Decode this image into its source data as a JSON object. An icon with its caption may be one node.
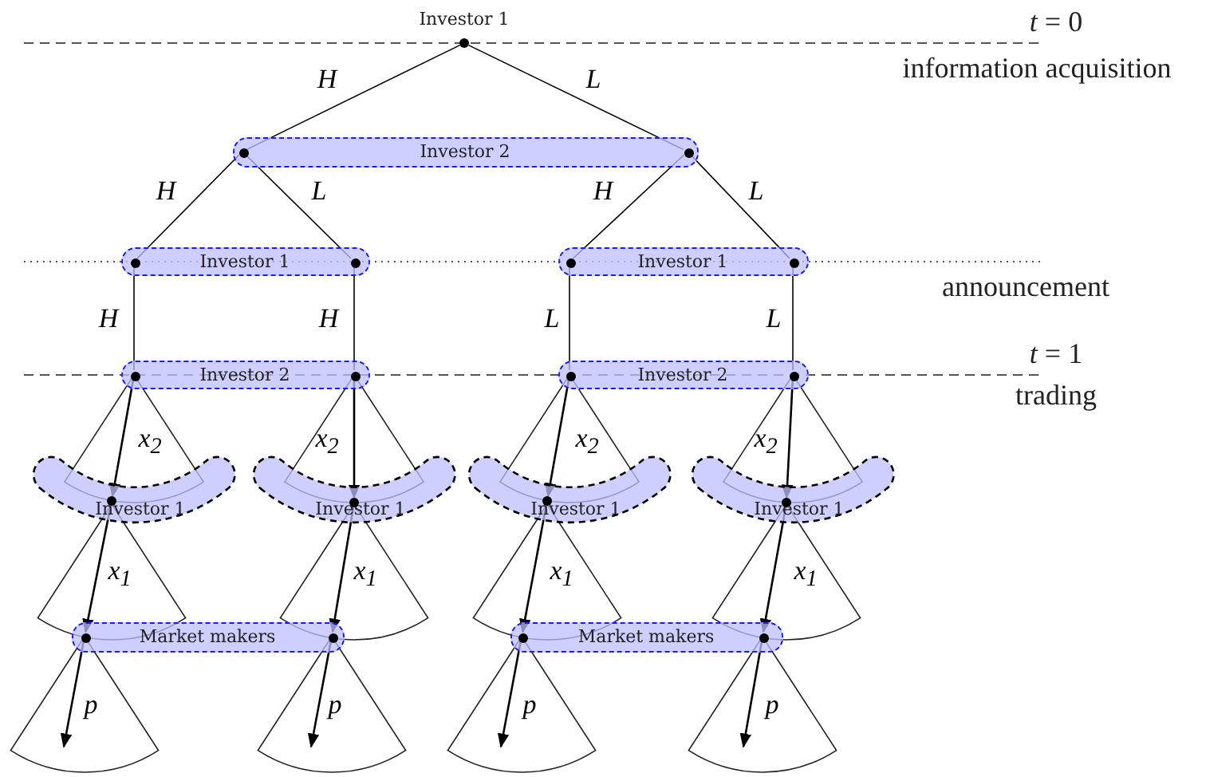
{
  "diagram": {
    "nodes": [
      {
        "text": [
          "Investor 1"
        ]
      },
      {
        "text": [
          "Investor 2"
        ]
      },
      {
        "text": [],
        "shape": "circle",
        "in": 1
      },
      {
        "text": [],
        "shape": "circle",
        "in": 1
      },
      {
        "text": [
          "Investor 1"
        ]
      },
      {
        "text": [],
        "shape": "circle",
        "in": 4
      },
      {
        "text": [],
        "shape": "circle",
        "in": 4
      },
      {
        "text": [
          "Investor 1"
        ]
      },
      {
        "text": [],
        "shape": "circle",
        "in": 7
      },
      {
        "text": [],
        "shape": "circle",
        "in": 7
      },
      {
        "text": [
          "Investor 2"
        ]
      },
      {
        "text": [],
        "shape": "circle",
        "in": 10
      },
      {
        "text": [],
        "shape": "circle",
        "in": 10
      },
      {
        "text": [
          "Investor 2"
        ]
      },
      {
        "text": [],
        "shape": "circle",
        "in": 13
      },
      {
        "text": [],
        "shape": "circle",
        "in": 13
      },
      {
        "text": [
          "Investor 1"
        ]
      },
      {
        "text": [],
        "shape": "circle",
        "in": 16
      },
      {
        "text": [
          "Investor 1"
        ]
      },
      {
        "text": [],
        "shape": "circle",
        "in": 18
      },
      {
        "text": [
          "Investor 1"
        ]
      },
      {
        "text": [],
        "shape": "circle",
        "in": 20
      },
      {
        "text": [
          "Investor 1"
        ]
      },
      {
        "text": [],
        "shape": "circle",
        "in": 22
      },
      {
        "text": [
          "Market makers"
        ]
      },
      {
        "text": [],
        "shape": "circle",
        "in": 24
      },
      {
        "text": [],
        "shape": "circle",
        "in": 24
      },
      {
        "text": [
          "Market makers"
        ]
      },
      {
        "text": [],
        "shape": "circle",
        "in": 27
      },
      {
        "text": [],
        "shape": "circle",
        "in": 27
      }
    ],
    "edges": [
      {
        "from": 0,
        "to": 2,
        "arrow": "none",
        "label": "H"
      },
      {
        "from": 0,
        "to": 3,
        "arrow": "none",
        "label": "L"
      },
      {
        "from": 2,
        "to": 5,
        "arrow": "none",
        "label": "H"
      },
      {
        "from": 2,
        "to": 6,
        "arrow": "none",
        "label": "L"
      },
      {
        "from": 3,
        "to": 8,
        "arrow": "none",
        "label": "H"
      },
      {
        "from": 3,
        "to": 9,
        "arrow": "none",
        "label": "L"
      },
      {
        "from": 5,
        "to": 11,
        "arrow": "none",
        "label": "H"
      },
      {
        "from": 6,
        "to": 12,
        "arrow": "none",
        "label": "H"
      },
      {
        "from": 8,
        "to": 14,
        "arrow": "none",
        "label": "L"
      },
      {
        "from": 9,
        "to": 15,
        "arrow": "none",
        "label": "L"
      },
      {
        "from": 11,
        "to": 17,
        "arrow": "to",
        "label": "x$_{2}$"
      },
      {
        "from": 12,
        "to": 19,
        "arrow": "to",
        "label": "x$_{2}$"
      },
      {
        "from": 14,
        "to": 21,
        "arrow": "to",
        "label": "x$_{2}$"
      },
      {
        "from": 15,
        "to": 23,
        "arrow": "to",
        "label": "x$_{2}$"
      },
      {
        "from": 17,
        "to": 25,
        "arrow": "to",
        "label": "x$_{1}$"
      },
      {
        "from": 19,
        "to": 26,
        "arrow": "to",
        "label": "x$_{1}$"
      },
      {
        "from": 21,
        "to": 28,
        "arrow": "to",
        "label": "x$_{1}$"
      },
      {
        "from": 23,
        "to": 29,
        "arrow": "to",
        "label": "x$_{1}$"
      },
      {
        "from": 25,
        "to": null,
        "arrow": "to",
        "label": "p"
      },
      {
        "from": 26,
        "to": null,
        "arrow": "to",
        "label": "p"
      },
      {
        "from": 28,
        "to": null,
        "arrow": "to",
        "label": "p"
      },
      {
        "from": 29,
        "to": null,
        "arrow": "to",
        "label": "p"
      }
    ],
    "labels": [
      "*t* = 0",
      "information acquisition",
      "announcement",
      "*t* = 1",
      "trading"
    ]
  }
}
